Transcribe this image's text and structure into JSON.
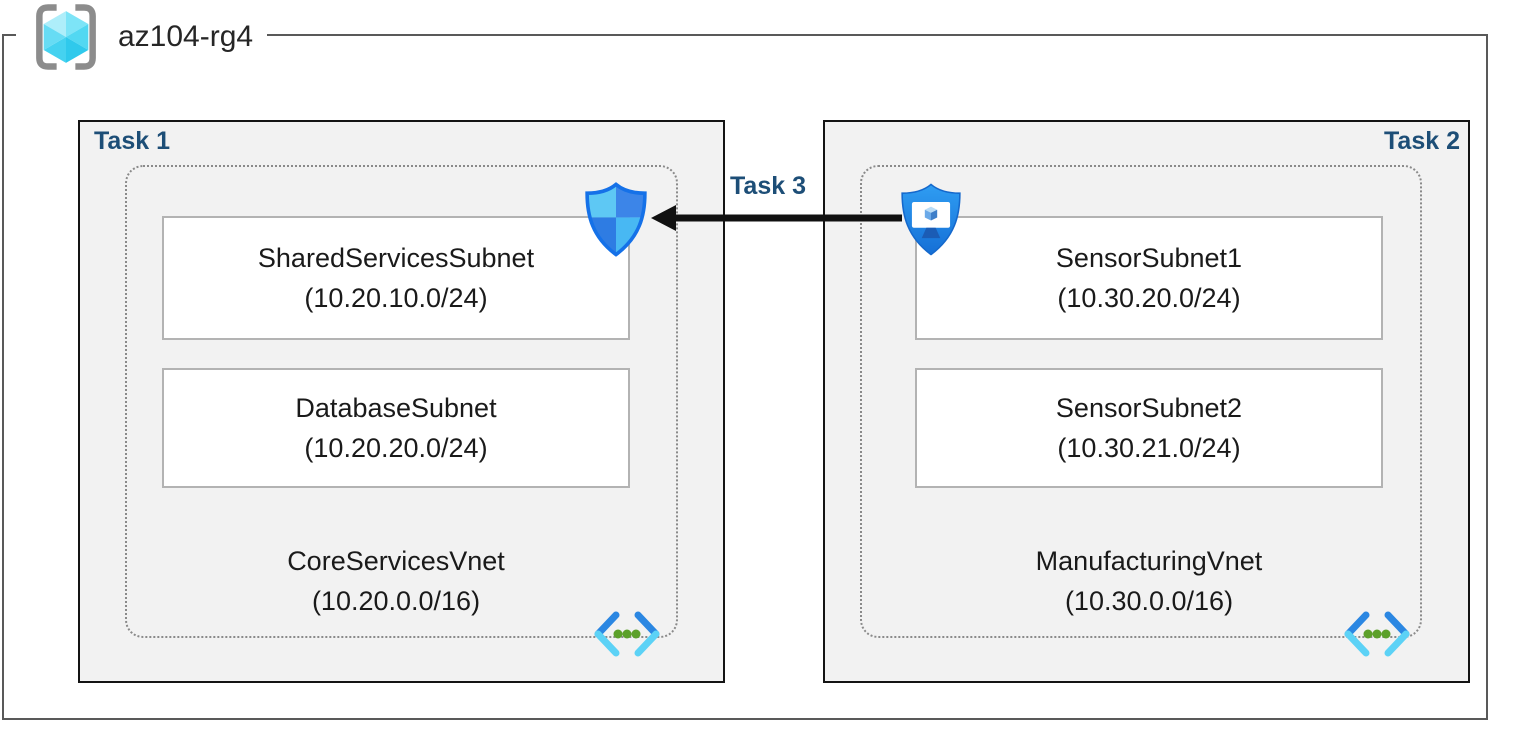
{
  "resource_group": {
    "name": "az104-rg4",
    "icon": "resource-group-icon"
  },
  "tasks": {
    "task1": {
      "label": "Task 1"
    },
    "task2": {
      "label": "Task 2"
    },
    "task3": {
      "label": "Task 3"
    }
  },
  "vnets": [
    {
      "name": "CoreServicesVnet",
      "cidr": "(10.20.0.0/16)",
      "task_label": "Task 1",
      "icon": "virtual-network-icon",
      "attached_icon": "network-security-group-shield-icon",
      "subnets": [
        {
          "name": "SharedServicesSubnet",
          "cidr": "(10.20.10.0/24)"
        },
        {
          "name": "DatabaseSubnet",
          "cidr": "(10.20.20.0/24)"
        }
      ]
    },
    {
      "name": "ManufacturingVnet",
      "cidr": "(10.30.0.0/16)",
      "task_label": "Task 2",
      "icon": "virtual-network-icon",
      "attached_icon": "application-security-group-shield-icon",
      "subnets": [
        {
          "name": "SensorSubnet1",
          "cidr": "(10.30.20.0/24)"
        },
        {
          "name": "SensorSubnet2",
          "cidr": "(10.30.21.0/24)"
        }
      ]
    }
  ],
  "connection": {
    "label": "Task 3",
    "direction": "from ManufacturingVnet shield to CoreServicesVnet shield",
    "arrow_color": "#111111"
  },
  "icons": {
    "resource_group": "resource-group-icon",
    "nsg": "network-security-group-shield-icon",
    "asg": "application-security-group-shield-icon",
    "vnet": "virtual-network-icon"
  },
  "colors": {
    "task_label": "#1d4e77",
    "task_box_fill": "#f2f2f2",
    "task_box_border": "#141414",
    "outer_border": "#595959",
    "dotted_border": "#8a8a8a",
    "subnet_border": "#b3b3b3",
    "arrow": "#111111",
    "shield_blue": "#1571e8",
    "vnet_green_dots": "#5ca02a",
    "vnet_bracket_dark": "#2b87e2",
    "vnet_bracket_light": "#5cd2f6",
    "rg_cube_cyan": "#52d8f2",
    "rg_bracket_gray": "#8c8c8c"
  }
}
